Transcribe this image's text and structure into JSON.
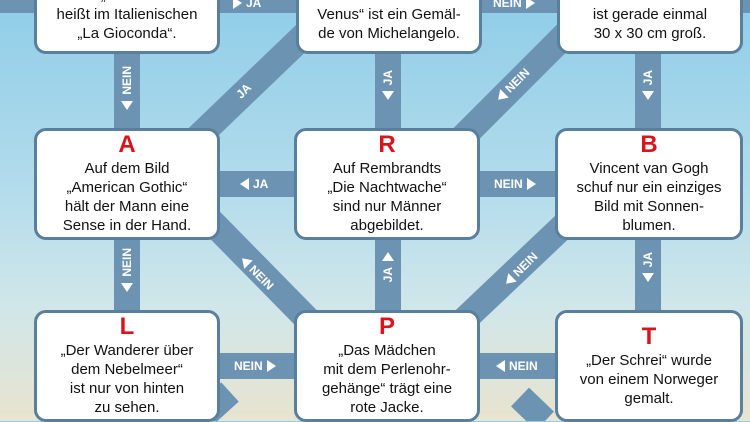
{
  "boxes": {
    "mona_lisa": {
      "letter": "",
      "text": "Die „Mona Lisa“\nheißt im Italienischen\n„La Gioconda“."
    },
    "venus": {
      "letter": "",
      "text": "Venus“ ist ein Gemäl-\nde von Michelangelo."
    },
    "size": {
      "letter": "",
      "text": "ist gerade einmal\n30 x 30 cm groß."
    },
    "a": {
      "letter": "A",
      "text": "Auf dem Bild\n„American Gothic“\nhält der Mann eine\nSense in der Hand."
    },
    "r": {
      "letter": "R",
      "text": "Auf Rembrandts\n„Die Nachtwache“\nsind nur Männer\nabgebildet."
    },
    "b": {
      "letter": "B",
      "text": "Vincent van Gogh\nschuf nur ein einziges\nBild mit Sonnen-\nblumen."
    },
    "l": {
      "letter": "L",
      "text": "„Der Wanderer über\ndem Nebelmeer“\nist nur von hinten\nzu sehen."
    },
    "p": {
      "letter": "P",
      "text": "„Das Mädchen\nmit dem Perlenohr-\ngehänge“ trägt eine\nrote Jacke."
    },
    "t": {
      "letter": "T",
      "text": "„Der Schrei“ wurde\nvon einem Norweger\ngemalt."
    }
  },
  "labels": {
    "ja": "JA",
    "nein": "NEIN"
  },
  "colors": {
    "connector": "#6d93b2",
    "border": "#5a7f9c",
    "letter": "#d9141c",
    "arrow_text": "#ffffff"
  }
}
